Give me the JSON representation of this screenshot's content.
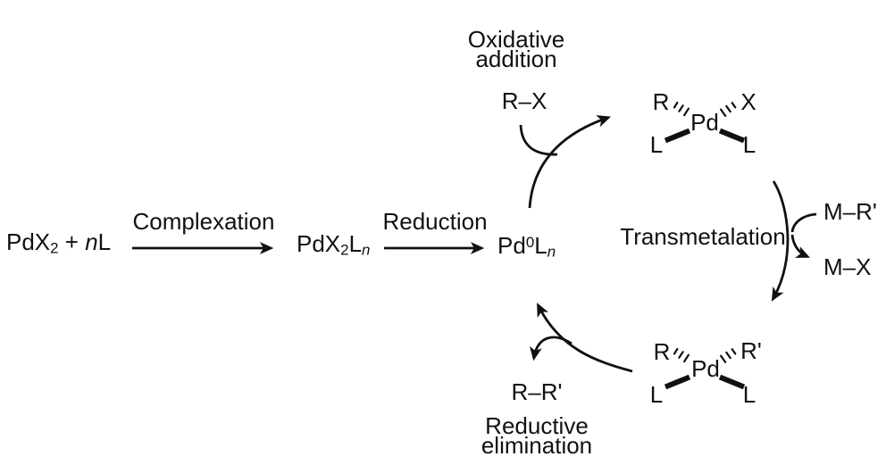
{
  "colors": {
    "ink": "#111111",
    "background": "#ffffff"
  },
  "pathway": {
    "reactant": {
      "p1": "PdX",
      "sub": "2",
      "p2": " + ",
      "n": "n",
      "p3": "L"
    },
    "step1_label": "Complexation",
    "intermediate": {
      "p1": "PdX",
      "sub": "2",
      "p2": "L",
      "n": "n"
    },
    "step2_label": "Reduction",
    "catalyst": {
      "p1": "Pd",
      "sup": "0",
      "p2": "L",
      "n": "n"
    }
  },
  "cycle": {
    "oxidative_addition": {
      "label_line1": "Oxidative",
      "label_line2": "addition",
      "reagent": "R–X"
    },
    "transmetalation": {
      "label": "Transmetalation",
      "reagent": "M–R'",
      "byproduct": "M–X"
    },
    "reductive_elimination": {
      "label_line1": "Reductive",
      "label_line2": "elimination",
      "product": "R–R'"
    },
    "complex_top": {
      "top_left": "R",
      "top_right": "X",
      "metal": "Pd",
      "bottom_left": "L",
      "bottom_right": "L"
    },
    "complex_bottom": {
      "top_left": "R",
      "top_right": "R'",
      "metal": "Pd",
      "bottom_left": "L",
      "bottom_right": "L"
    }
  }
}
